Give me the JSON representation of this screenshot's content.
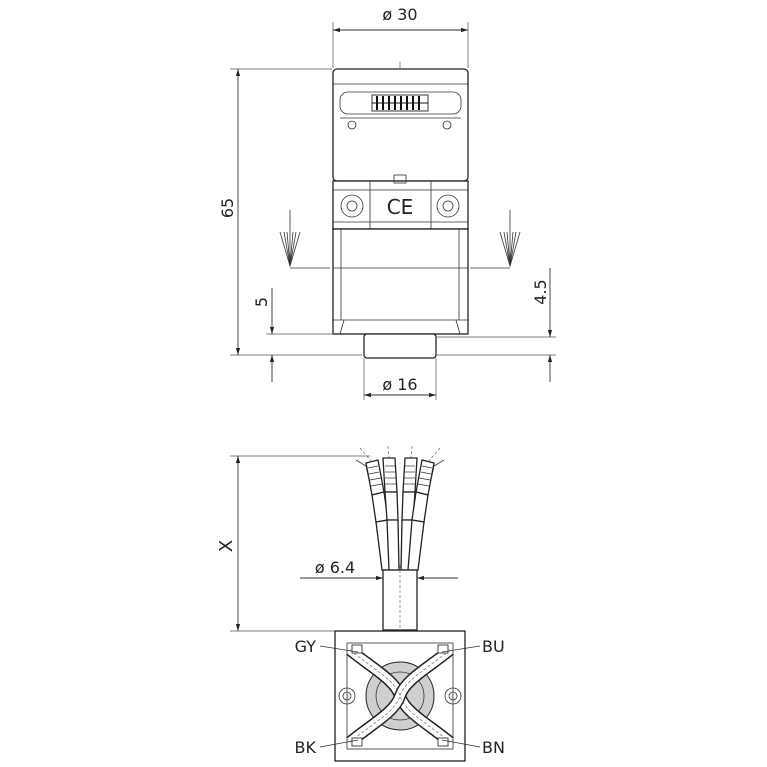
{
  "dimensions": {
    "top_diameter": "ø 30",
    "height": "65",
    "sensing_offset": "5",
    "flange_offset": "4.5",
    "bottom_diameter": "ø 16",
    "cable_length": "X",
    "cable_diameter": "ø 6.4"
  },
  "marking": {
    "ce": "CE"
  },
  "wire_colors": {
    "top_left": "GY",
    "top_right": "BU",
    "bottom_left": "BK",
    "bottom_right": "BN"
  }
}
